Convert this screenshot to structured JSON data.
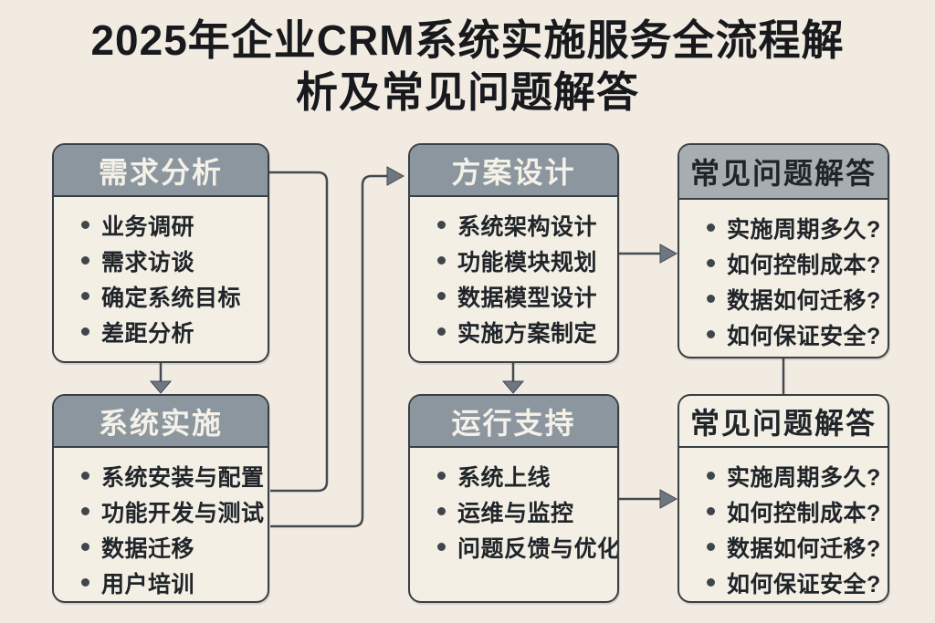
{
  "title": {
    "line1": "2025年企业CRM系统实施服务全流程解",
    "line2": "析及常见问题解答"
  },
  "boxes": [
    {
      "header": "需求分析",
      "items": [
        "业务调研",
        "需求访谈",
        "确定系统目标",
        "差距分析"
      ]
    },
    {
      "header": "方案设计",
      "items": [
        "系统架构设计",
        "功能模块规划",
        "数据模型设计",
        "实施方案制定"
      ]
    },
    {
      "header": "常见问题解答",
      "items": [
        "实施周期多久?",
        "如何控制成本?",
        "数据如何迁移?",
        "如何保证安全?"
      ]
    },
    {
      "header": "系统实施",
      "items": [
        "系统安装与配置",
        "功能开发与测试",
        "数据迁移",
        "用户培训"
      ]
    },
    {
      "header": "运行支持",
      "items": [
        "系统上线",
        "运维与监控",
        "问题反馈与优化"
      ]
    },
    {
      "header": "常见问题解答",
      "items": [
        "实施周期多久?",
        "如何控制成本?",
        "数据如何迁移?",
        "如何保证安全?"
      ]
    }
  ],
  "colors": {
    "page-bg": "#f1ebe1",
    "box-bg": "#f4efe5",
    "header-gray": "#8c969e",
    "header-gray-light": "#a7adb0",
    "border-dark": "#383f45",
    "text-dark": "#20252a",
    "header-text-light": "#f4f1e8",
    "connector": "#434a51",
    "arrowhead": "#6e777f",
    "bullet": "#3f454b",
    "title-color": "#17191d"
  }
}
